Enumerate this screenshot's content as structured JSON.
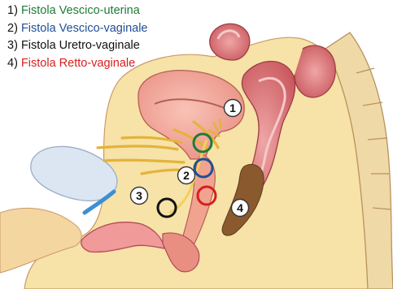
{
  "legend": [
    {
      "number": "1)",
      "label": "Fistola Vescico-uterina",
      "color": "#1f7a3a"
    },
    {
      "number": "2)",
      "label": "Fistola Vescico-vaginale",
      "color": "#1f4f96"
    },
    {
      "number": "3)",
      "label": "Fistola Uretro-vaginale",
      "color": "#111111"
    },
    {
      "number": "4)",
      "label": "Fistola Retto-vaginale",
      "color": "#d81e1e"
    }
  ],
  "badges": [
    "1",
    "2",
    "3",
    "4"
  ],
  "markers": [
    {
      "number": "1",
      "color": "#1f7a3a"
    },
    {
      "number": "2",
      "color": "#1f4f96"
    },
    {
      "number": "3",
      "color": "#111111"
    },
    {
      "number": "4",
      "color": "#d81e1e"
    }
  ]
}
